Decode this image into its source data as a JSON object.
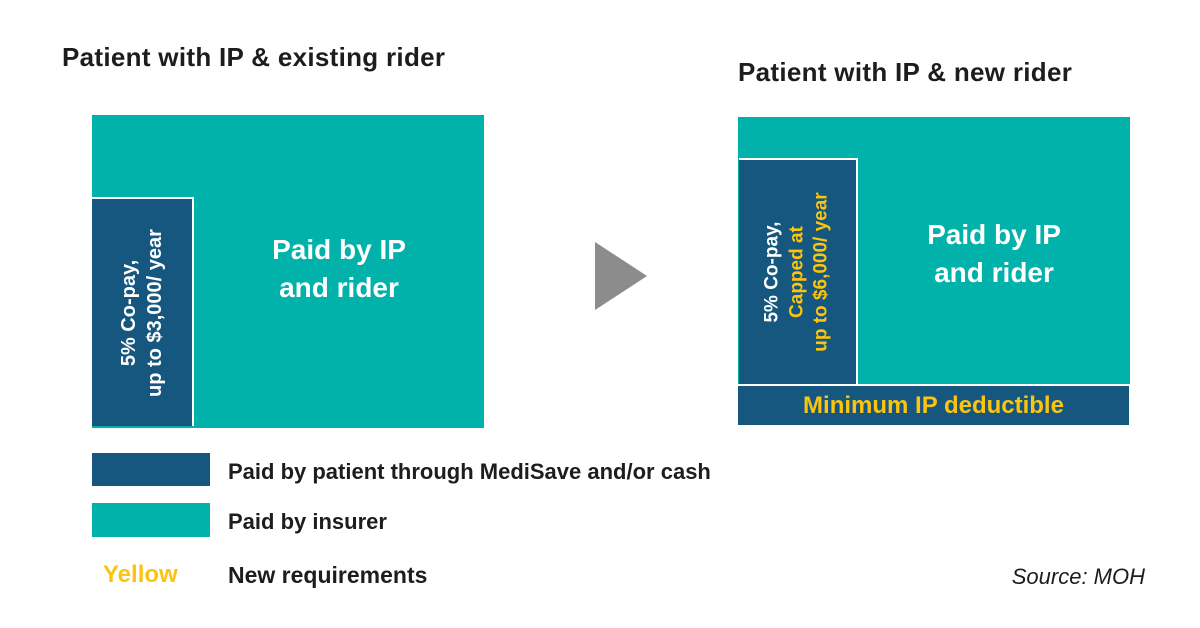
{
  "left_panel": {
    "title": "Patient with IP & existing rider",
    "copay": {
      "line1": "5% Co-pay,",
      "line2": "up to $3,000/ year"
    },
    "paid_label": "Paid by IP\nand rider"
  },
  "right_panel": {
    "title": "Patient with IP & new rider",
    "copay": {
      "line1": "5% Co-pay,",
      "line2": "Capped at",
      "line3": "up to $6,000/ year"
    },
    "paid_label": "Paid by IP\nand rider",
    "deductible_label": "Minimum IP deductible"
  },
  "legend": {
    "patient_label": "Paid by patient through MediSave and/or cash",
    "insurer_label": "Paid by insurer",
    "yellow_word": "Yellow",
    "new_requirements_label": "New requirements"
  },
  "source": "Source: MOH",
  "colors": {
    "teal": "#00b2aa",
    "blue": "#15577f",
    "yellow": "#fcc30f",
    "gray": "#8c8c8c",
    "ink": "#1d1d1d"
  }
}
